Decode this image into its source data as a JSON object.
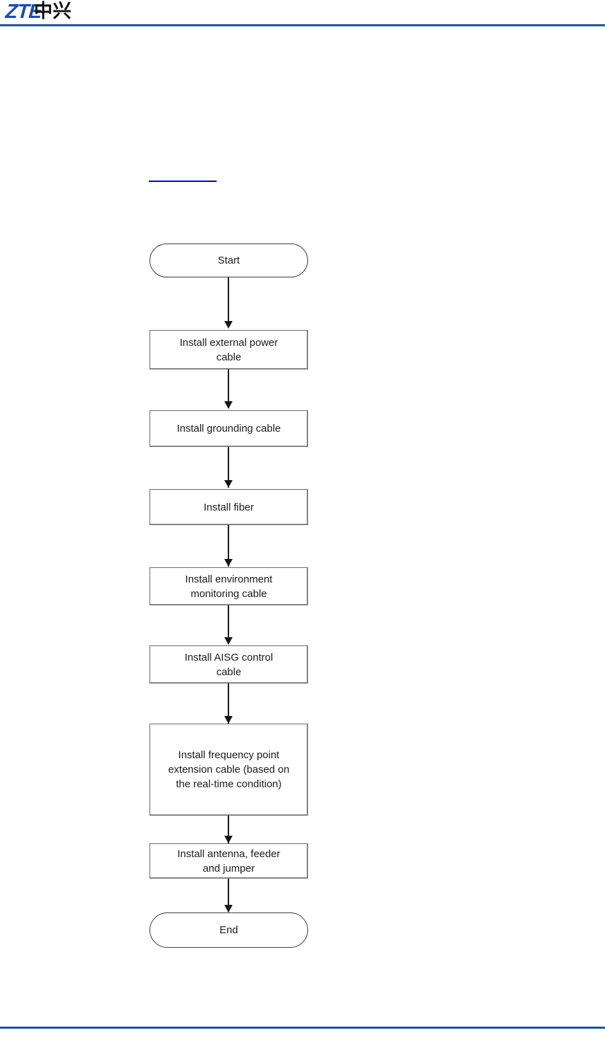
{
  "header": {
    "logo_latin": "ZTE",
    "logo_cjk": "中兴",
    "rule_color": "#17559E"
  },
  "footer": {
    "rule_color": "#17559E"
  },
  "body": {
    "caption_rule_color": "#0000CC"
  },
  "flowchart": {
    "title": "",
    "nodes": [
      {
        "id": "start",
        "type": "terminator",
        "label": "Start"
      },
      {
        "id": "ext-power",
        "type": "process",
        "label": "Install external power\ncable"
      },
      {
        "id": "grounding",
        "type": "process",
        "label": "Install grounding cable"
      },
      {
        "id": "fiber",
        "type": "process",
        "label": "Install fiber"
      },
      {
        "id": "env-monitor",
        "type": "process",
        "label": "Install environment\nmonitoring cable"
      },
      {
        "id": "aisg",
        "type": "process",
        "label": "Install AISG control\ncable"
      },
      {
        "id": "freq-ext",
        "type": "process",
        "label": "Install frequency point\nextension cable (based on\nthe real-time condition)"
      },
      {
        "id": "antenna",
        "type": "process",
        "label": "Install antenna, feeder\nand jumper"
      },
      {
        "id": "end",
        "type": "terminator",
        "label": "End"
      }
    ],
    "edges": [
      {
        "from": "start",
        "to": "ext-power"
      },
      {
        "from": "ext-power",
        "to": "grounding"
      },
      {
        "from": "grounding",
        "to": "fiber"
      },
      {
        "from": "fiber",
        "to": "env-monitor"
      },
      {
        "from": "env-monitor",
        "to": "aisg"
      },
      {
        "from": "aisg",
        "to": "freq-ext"
      },
      {
        "from": "freq-ext",
        "to": "antenna"
      },
      {
        "from": "antenna",
        "to": "end"
      }
    ]
  }
}
